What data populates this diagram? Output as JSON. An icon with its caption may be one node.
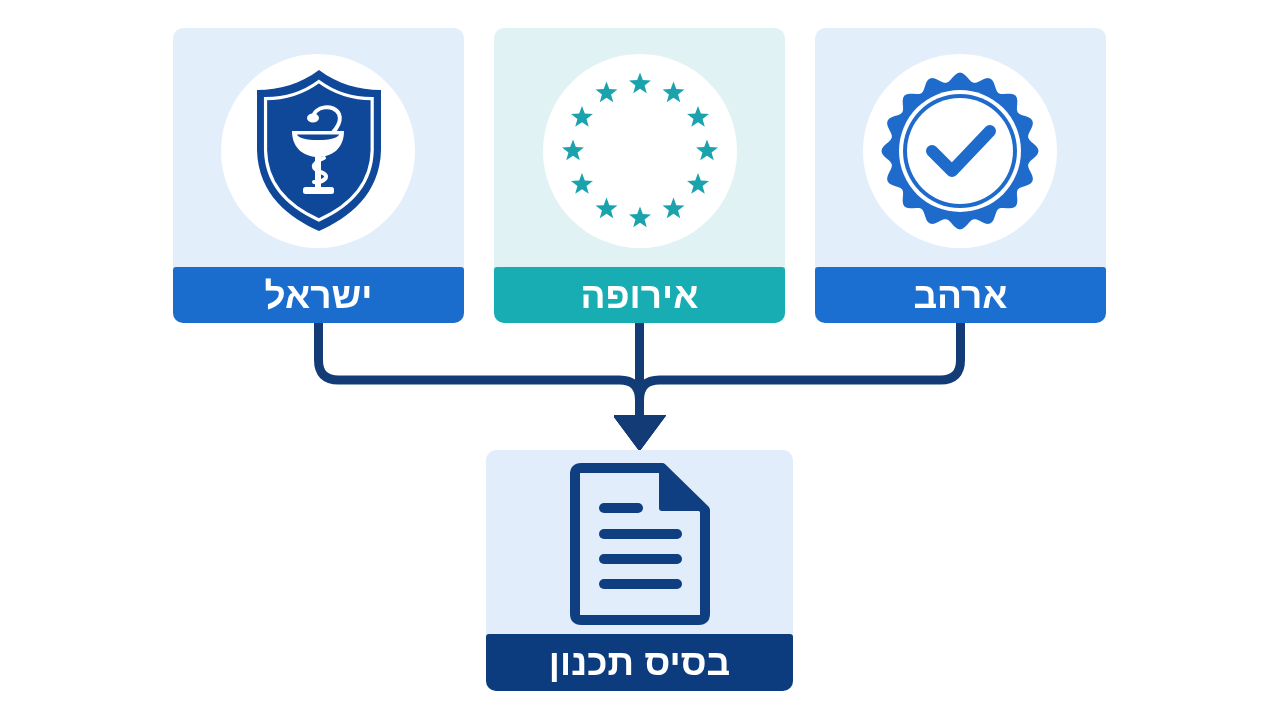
{
  "diagram": {
    "nodes": [
      {
        "text": [
          "ארהב"
        ]
      },
      {
        "text": [
          "אירופה"
        ]
      },
      {
        "text": [
          "ישראל"
        ]
      },
      {
        "text": [
          "בסיס תכנון"
        ]
      }
    ],
    "edges": [
      {
        "from": 0,
        "to": 3,
        "arrow": "to"
      },
      {
        "from": 1,
        "to": 3,
        "arrow": "to"
      },
      {
        "from": 2,
        "to": 3,
        "arrow": "to"
      }
    ]
  }
}
